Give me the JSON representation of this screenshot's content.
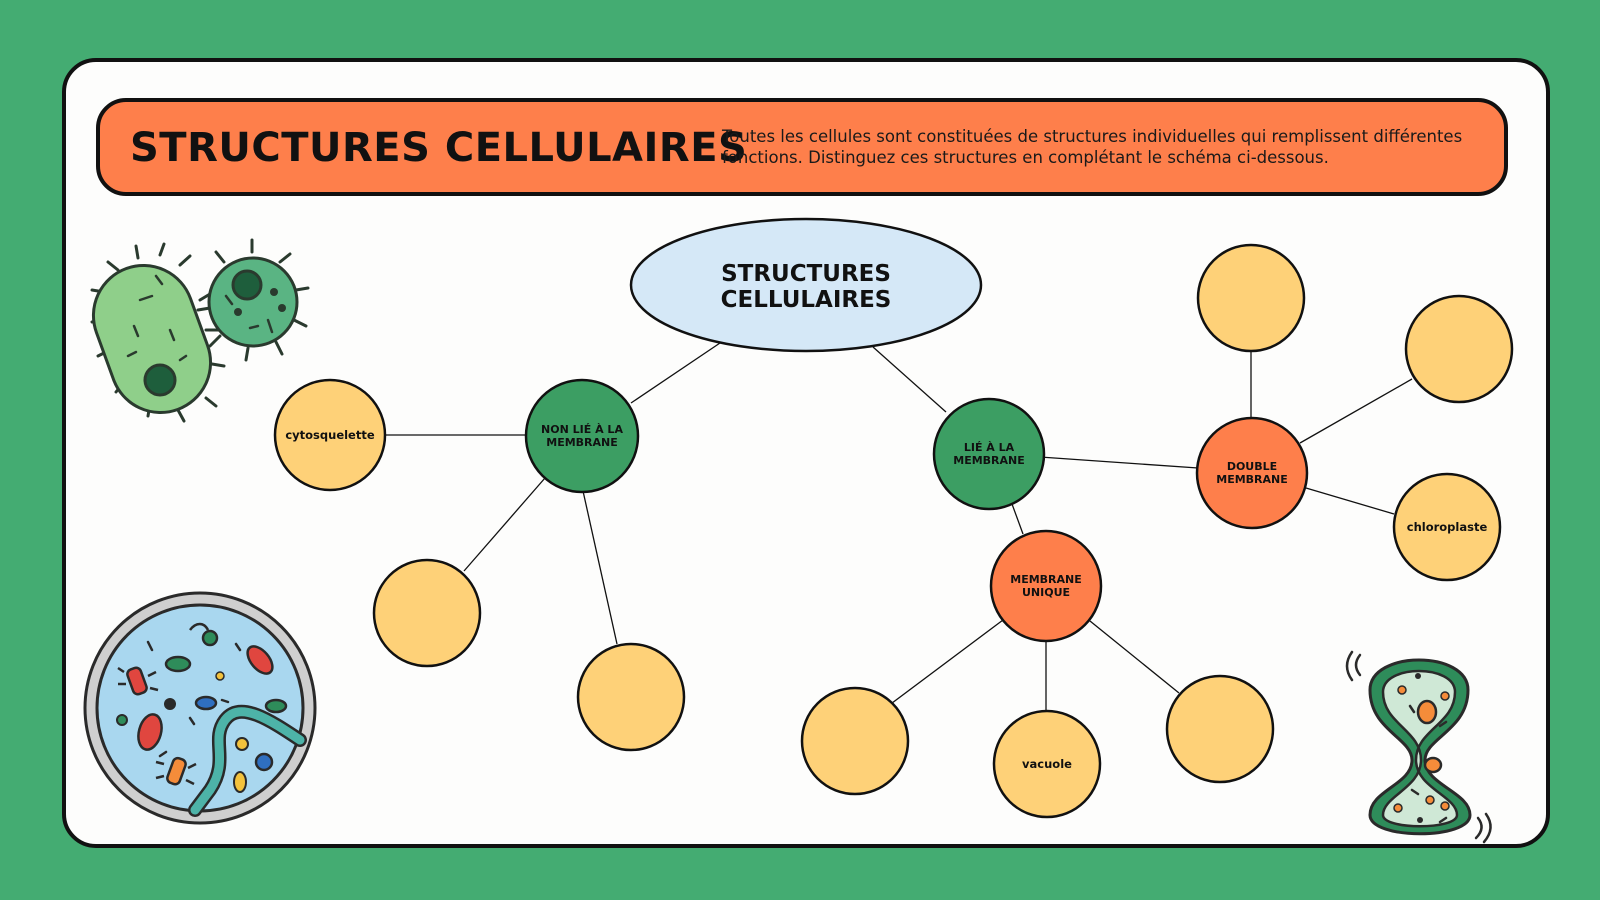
{
  "header": {
    "title": "STRUCTURES CELLULAIRES",
    "description": "Toutes les cellules sont constituées de structures individuelles qui remplissent différentes fonctions. Distinguez ces structures en complétant le schéma ci-dessous."
  },
  "diagram": {
    "root": {
      "line1": "STRUCTURES",
      "line2": "CELLULAIRES"
    },
    "non_lie": {
      "line1": "NON LIÉ À LA",
      "line2": "MEMBRANE"
    },
    "lie": {
      "line1": "LIÉ À LA",
      "line2": "MEMBRANE"
    },
    "double": {
      "line1": "DOUBLE",
      "line2": "MEMBRANE"
    },
    "unique": {
      "line1": "MEMBRANE",
      "line2": "UNIQUE"
    },
    "leaves": {
      "cytosquelette": "cytosquelette",
      "chloroplaste": "chloroplaste",
      "vacuole": "vacuole"
    }
  },
  "colors": {
    "background": "#44ac72",
    "banner": "#fe7f4b",
    "root_fill": "#d5e8f7",
    "category_green": "#3c9e63",
    "category_orange": "#fe7f4b",
    "leaf_yellow": "#fed178"
  },
  "illustrations": [
    "bacteria-icon",
    "petri-dish-icon",
    "dividing-cell-icon"
  ]
}
